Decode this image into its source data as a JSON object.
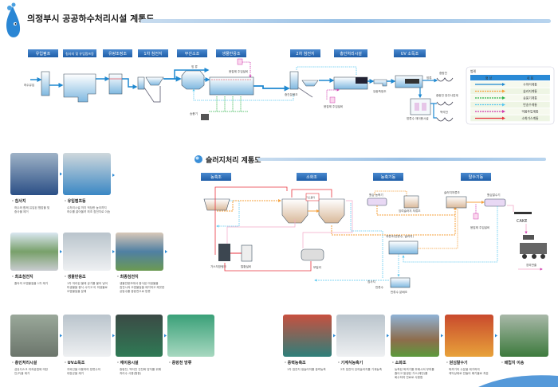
{
  "header": {
    "title": "의정부시 공공하수처리시설 계통도"
  },
  "water_stages": [
    "유입펌프",
    "침사지 및 유입펌프동",
    "유량조정조",
    "1차 침전지",
    "무산소조",
    "생물반응조",
    "2차 침전지",
    "총인처리시설",
    "UV 소독조"
  ],
  "water_labels": {
    "inflow": "하수유입",
    "bypass": "방 류",
    "coagulant1": "응집제 주입설비",
    "blower": "송풍기",
    "distribution": "중간분배조",
    "coagulant2": "응집제 주입설비",
    "flow_meter": "유량측정조",
    "discharge": "방류",
    "river1": "중랑천",
    "river2": "중랑천 장주사업계",
    "river3": "백석천",
    "reuse": "방류수 재이용시설"
  },
  "legend": {
    "title": "범례",
    "col_shape": "형 상",
    "col_content": "내 용",
    "items": [
      {
        "label": "수처리계통",
        "color": "#1e88d0",
        "dashed": false
      },
      {
        "label": "슬러지계통",
        "color": "#f5a03c",
        "dashed": true
      },
      {
        "label": "송풍기계통",
        "color": "#2db34a",
        "dashed": true
      },
      {
        "label": "반송수계통",
        "color": "#5ac8f0",
        "dashed": true
      },
      {
        "label": "약품투입계통",
        "color": "#d03cb0",
        "dashed": true
      },
      {
        "label": "소화가스계통",
        "color": "#e8323c",
        "dashed": false
      }
    ]
  },
  "sludge": {
    "title": "슬러지처리 계통도",
    "stages": [
      "농축조",
      "소화조",
      "농축기동",
      "탈수기동"
    ],
    "labels": {
      "gas_holder": "가스홀더",
      "centrifuge_thickener": "원심 농축기",
      "excess_tank": "잉여슬러지 저류조",
      "sludge_tank": "슬러지저류조",
      "centrifuge_dewater": "원심탈수기",
      "cake": "CAKE",
      "coagulant": "응집제 주입설비",
      "gas_tank": "가스저장탱크",
      "desulfur": "탈황설비",
      "boiler": "보일러",
      "storage": "저류조(반류수, 슬러지)",
      "grit": "침사지",
      "return_water": "반류수",
      "return_splitter": "반류수 분배조",
      "export": "장외반출"
    }
  },
  "photos_water": [
    {
      "title": "· 침사지",
      "desc": [
        "하수와 함께 유입된 협잡물 및",
        "중사물 제거"
      ]
    },
    {
      "title": "· 유입펌프동",
      "desc": [
        "수처리시설 까지 적당한 높이까지",
        "하수를 끌어올려 최초 침전지로 이송"
      ]
    },
    {
      "title": "· 최초침전지",
      "desc": [
        "졸속의 오염물질을 1차 제거"
      ]
    },
    {
      "title": "· 생물반응조",
      "desc": [
        "1차 처리된 물에 공기를 불어 넣어",
        "미생물을 증식 시키고 이 미생물로",
        "오염물질을 분해"
      ]
    },
    {
      "title": "· 최종침전지",
      "desc": [
        "생물반응조에서 증식된 미생물을",
        "침전시켜 오염물질을 제거하고 깨끗한",
        "상등수를 중랑천으로 방류"
      ]
    },
    {
      "title": "· 총인처리시설",
      "desc": [
        "섬유디스크 여과공법에 의한",
        "인(P)을 제거"
      ]
    },
    {
      "title": "· UV소독조",
      "desc": [
        "자외선을 이용하여 방류수의",
        "대장균을 제거"
      ]
    },
    {
      "title": "· 재이용시설",
      "desc": [
        "중랑천, 백석천 건천화 방지를 위해",
        "처리수 사용(활용)"
      ]
    },
    {
      "title": "· 중랑천 방류",
      "desc": []
    }
  ],
  "photos_sludge": [
    {
      "title": "· 중력농축조",
      "desc": [
        "1차 침전지 생슬러지를 중력농축"
      ]
    },
    {
      "title": "· 기계식농축기",
      "desc": [
        "2차 침전지 잉여슬러지를 기계농축"
      ]
    },
    {
      "title": "· 소화조",
      "desc": [
        "농축된 찌꺼기를 부패시켜 부피를",
        "줄이고 발생된 가스(메탄)를",
        "회수하여 연료로 사용함"
      ]
    },
    {
      "title": "· 원심탈수기",
      "desc": [
        "찌꺼기의 수분을 제거하여",
        "케익상태로 만들어 폐기물로 처분"
      ]
    },
    {
      "title": "· 매립지 이송",
      "desc": []
    }
  ]
}
